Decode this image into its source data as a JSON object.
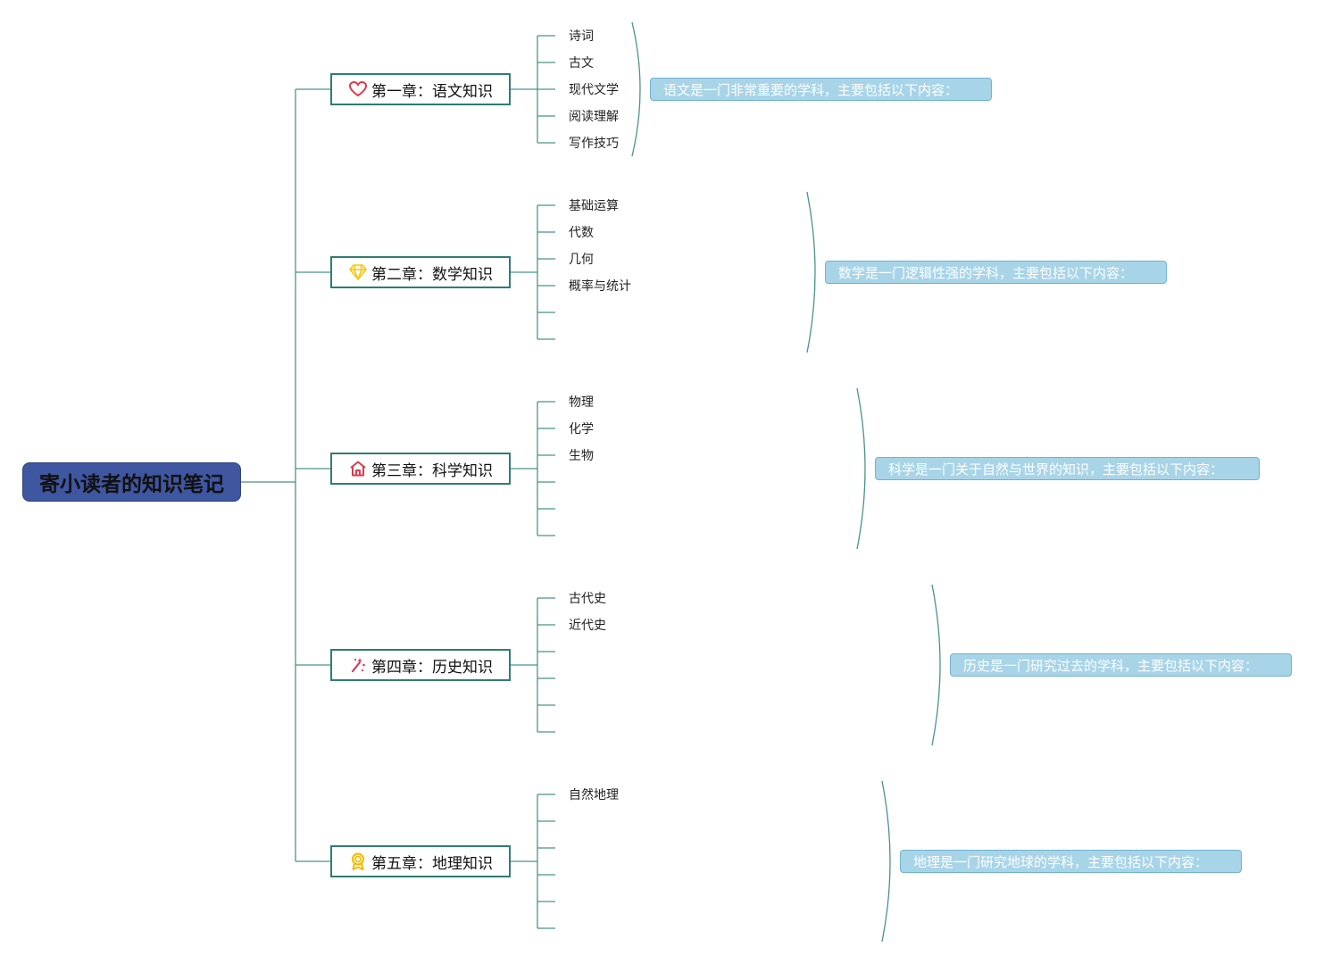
{
  "root": {
    "title": "寄小读者的知识笔记"
  },
  "chapters": [
    {
      "title": "第一章：语文知识",
      "icon": "heart-icon",
      "items": [
        "诗词",
        "古文",
        "现代文学",
        "阅读理解",
        "写作技巧"
      ],
      "summary": "语文是一门非常重要的学科，主要包括以下内容："
    },
    {
      "title": "第二章：数学知识",
      "icon": "diamond-icon",
      "items": [
        "基础运算",
        "代数",
        "几何",
        "概率与统计",
        "",
        ""
      ],
      "summary": "数学是一门逻辑性强的学科，主要包括以下内容："
    },
    {
      "title": "第三章：科学知识",
      "icon": "house-icon",
      "items": [
        "物理",
        "化学",
        "生物",
        "",
        "",
        ""
      ],
      "summary": "科学是一门关于自然与世界的知识，主要包括以下内容："
    },
    {
      "title": "第四章：历史知识",
      "icon": "sparkle-icon",
      "items": [
        "古代史",
        "近代史",
        "",
        "",
        "",
        ""
      ],
      "summary": "历史是一门研究过去的学科，主要包括以下内容："
    },
    {
      "title": "第五章：地理知识",
      "icon": "medal-icon",
      "items": [
        "自然地理",
        "",
        "",
        "",
        "",
        ""
      ],
      "summary": "地理是一门研究地球的学科，主要包括以下内容："
    }
  ],
  "colors": {
    "connector": "#4a9488",
    "root_fill": "#3f56a0",
    "chapter_border": "#2e7d72",
    "summary_fill": "#a8d4e8",
    "summary_border": "#6fb3cf",
    "heart": "#e0394a",
    "diamond": "#f5c518",
    "house": "#e0394a",
    "sparkle": "#d93a5a",
    "medal": "#f5b800"
  }
}
